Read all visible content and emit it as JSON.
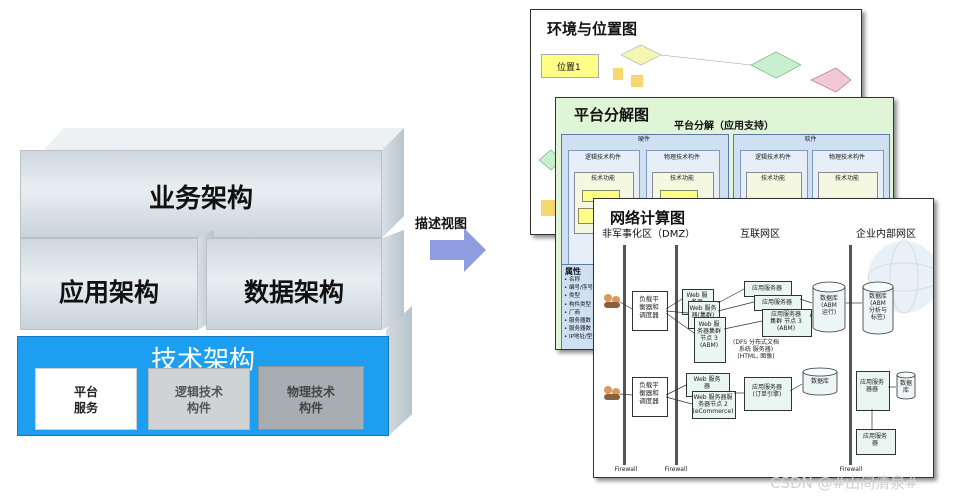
{
  "stack": {
    "business": "业务架构",
    "application": "应用架构",
    "data": "数据架构",
    "technology": "技术架构",
    "tech_boxes": [
      "平台\n服务",
      "逻辑技术\n构件",
      "物理技术\n构件"
    ]
  },
  "arrow": {
    "label": "描述视图"
  },
  "docs": {
    "env": {
      "title": "环境与位置图",
      "location_label": "位置1"
    },
    "platform": {
      "title": "平台分解图",
      "subtitle": "平台分解（应用支持）",
      "hardware": "硬件",
      "software": "软件",
      "logical_component": "逻辑技术构件",
      "physical_component": "物理技术构件",
      "tech_function": "技术功能",
      "attributes_title": "属性",
      "attributes": [
        "• 名称",
        "• 编号/序号",
        "• 类型",
        "• 构件类型",
        "• 厂商",
        "• 服务器数",
        "• 服务器数",
        "• IP地址/型号"
      ]
    },
    "network": {
      "title": "网络计算图",
      "zone_dmz": "非军事化区（DMZ）",
      "zone_internet": "互联网区",
      "zone_intranet": "企业内部网区",
      "lb1": "负载平\n衡器和\n调度器",
      "lb2": "负载平\n衡器和\n调度器",
      "web1": "Web 服\n务器",
      "web2": "Web 服务\n器(集群)",
      "web3": "Web 服\n务器集群\n节点 3\n(ABM)",
      "app_a": "应用服务器",
      "app_b": "应用服务器",
      "app_c": "应用服务器\n集群 节点 3\n(ABM)",
      "db1": "数据库\n(ABM\n运行)",
      "db2": "数据库\n(ABM\n分析与\n标签)",
      "dfs": "(DFS 分布式文档\n系统 服务器)\n(HTML, 图像)",
      "web_service": "Web 服务\n器",
      "web_service2": "Web 服务器服\n务器节点 2\n(eCommerce)",
      "order_app": "应用服务器\n(订单引擎)",
      "db3": "数据库",
      "intranet_app1": "应用服务\n器器",
      "intranet_app2": "应用服务\n器",
      "intranet_db": "数据\n库",
      "firewall": "Firewall"
    }
  },
  "watermark": "CSDN @#山间清泉#",
  "colors": {
    "tech_blue": "#1e9ef0",
    "arrow": "#8e9ce0",
    "platform_bg": "#dff5d6",
    "platform_block": "#cfe0f3",
    "yellow": "#ffff88"
  }
}
